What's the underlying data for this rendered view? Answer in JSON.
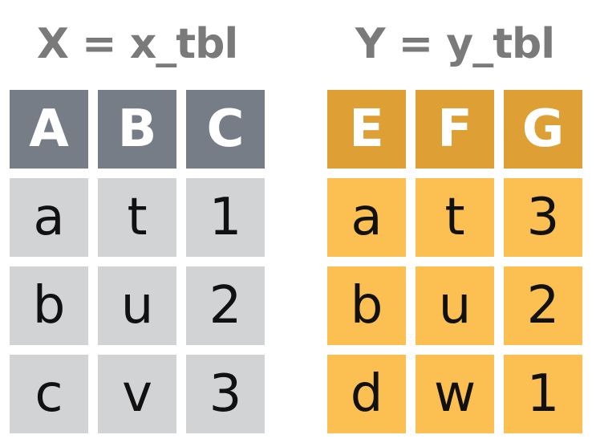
{
  "tables": [
    {
      "title": "X = x_tbl",
      "columns": [
        "A",
        "B",
        "C"
      ],
      "rows": [
        [
          "a",
          "t",
          "1"
        ],
        [
          "b",
          "u",
          "2"
        ],
        [
          "c",
          "v",
          "3"
        ]
      ],
      "colors": {
        "header": "#767d86",
        "cell": "#d2d3d5"
      }
    },
    {
      "title": "Y = y_tbl",
      "columns": [
        "E",
        "F",
        "G"
      ],
      "rows": [
        [
          "a",
          "t",
          "3"
        ],
        [
          "b",
          "u",
          "2"
        ],
        [
          "d",
          "w",
          "1"
        ]
      ],
      "colors": {
        "header": "#dea035",
        "cell": "#fbbf52"
      }
    }
  ]
}
